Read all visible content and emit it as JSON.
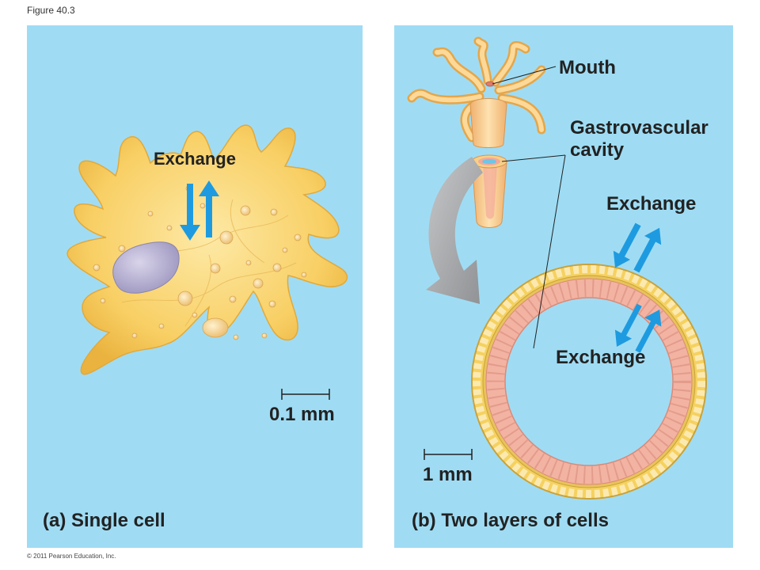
{
  "figure_label": "Figure 40.3",
  "copyright": "© 2011 Pearson Education, Inc.",
  "panel_a": {
    "caption": "(a) Single cell",
    "exchange_label": "Exchange",
    "scale_label": "0.1 mm"
  },
  "panel_b": {
    "caption": "(b) Two layers of cells",
    "mouth_label": "Mouth",
    "cavity_label_line1": "Gastrovascular",
    "cavity_label_line2": "cavity",
    "exchange_outer_label": "Exchange",
    "exchange_inner_label": "Exchange",
    "scale_label": "1 mm"
  },
  "colors": {
    "panel_background": "#9fdcf4",
    "arrow_blue": "#1e9be0",
    "cell_yellow": "#f7c64e",
    "nucleus_purple": "#b9b3d3",
    "cell_layer_pink": "#f3b3a3",
    "curved_arrow_gray": "#a7a9ac"
  }
}
